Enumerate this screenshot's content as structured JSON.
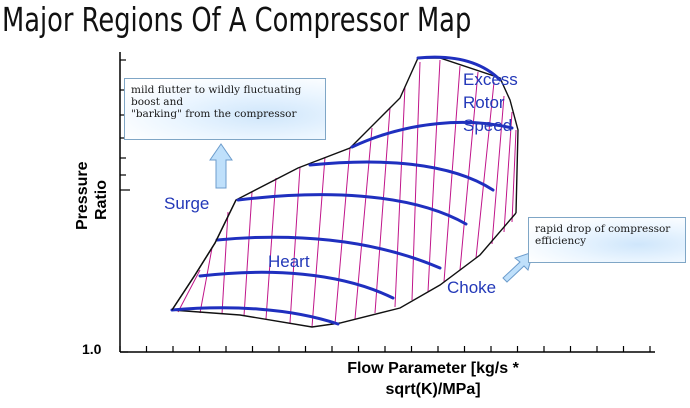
{
  "title": "Major Regions Of A Compressor Map",
  "axes": {
    "y_label_line1": "Pressure",
    "y_label_line2": "Ratio",
    "x_label_line1": "Flow Parameter [kg/s *",
    "x_label_line2": "sqrt(K)/MPa]",
    "y_min_tick": "1.0"
  },
  "regions": {
    "surge": "Surge",
    "heart": "Heart",
    "choke": "Choke",
    "excess_line1": "Excess",
    "excess_line2": "Rotor",
    "excess_line3": "Speed"
  },
  "callouts": {
    "surge_note": {
      "line1": "mild flutter to wildly fluctuating",
      "line2": "boost and",
      "line3": "\"barking\" from the compressor"
    },
    "choke_note": {
      "line1": "rapid drop of compressor",
      "line2": "efficiency"
    }
  },
  "colors": {
    "speed_lines": "#1f2fbf",
    "grid_lines": "#c0158a",
    "text_blue": "#2338b8",
    "callout_border": "#7fa6c6",
    "arrow_fill": "#bfe0fb"
  }
}
